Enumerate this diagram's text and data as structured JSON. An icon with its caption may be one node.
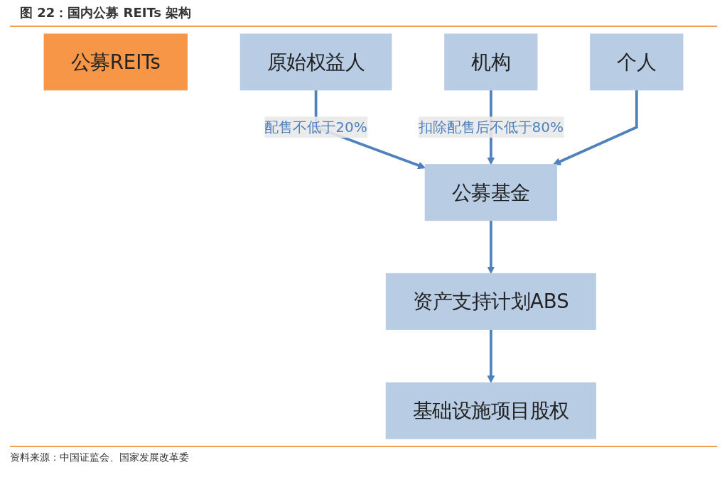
{
  "diagram": {
    "title": "图 22：国内公募 REITs 架构",
    "caption": "资料来源：中国证监会、国家发展改革委",
    "nodes": [
      {
        "text": [
          "公募REITs"
        ]
      },
      {
        "text": [
          "原始权益人"
        ]
      },
      {
        "text": [
          "机构"
        ]
      },
      {
        "text": [
          "个人"
        ]
      },
      {
        "text": [
          "公募基金"
        ]
      },
      {
        "text": [
          "资产支持计划ABS"
        ]
      },
      {
        "text": [
          "基础设施项目股权"
        ]
      }
    ],
    "edges": [
      {
        "from": 1,
        "to": 4,
        "arrow": "to",
        "label": "配售不低于20%"
      },
      {
        "from": 2,
        "to": 4,
        "arrow": "to",
        "label": "扣除配售后不低于80%"
      },
      {
        "from": 3,
        "to": 4,
        "arrow": "to"
      },
      {
        "from": 4,
        "to": 5,
        "arrow": "to"
      },
      {
        "from": 5,
        "to": 6,
        "arrow": "to"
      }
    ]
  }
}
